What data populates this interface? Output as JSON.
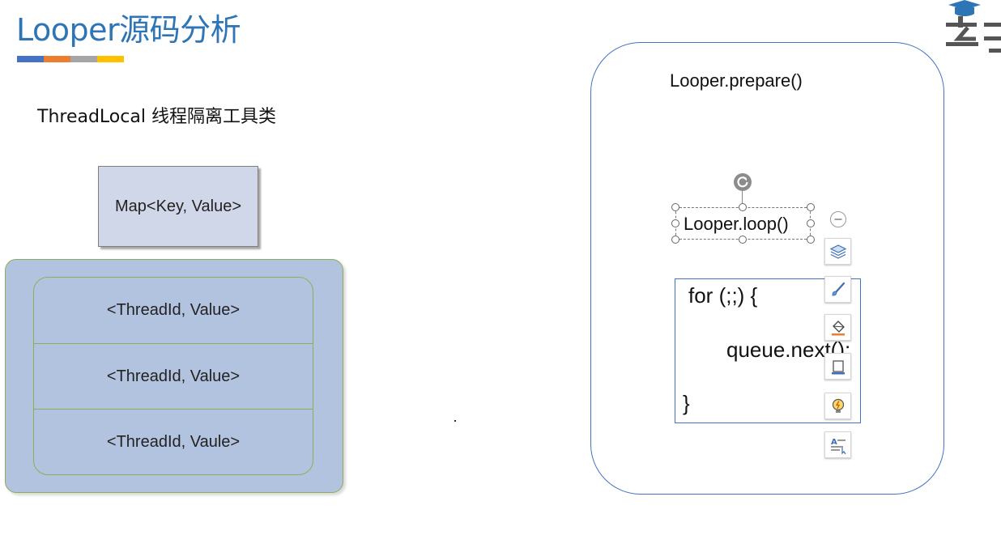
{
  "title": "Looper源码分析",
  "accent_colors": [
    "#4472c4",
    "#ed7d31",
    "#a5a5a5",
    "#ffc000"
  ],
  "subtitle": "ThreadLocal 线程隔离工具类",
  "map_box": {
    "label": "Map<Key, Value>"
  },
  "thread_rows": [
    {
      "label": "<ThreadId, Value>"
    },
    {
      "label": "<ThreadId, Value>"
    },
    {
      "label": "<ThreadId, Vaule>"
    }
  ],
  "looper": {
    "prepare_label": "Looper.prepare()",
    "loop_label": "Looper.loop()",
    "code_lines": [
      "for (;;) {",
      "queue.next();",
      "}"
    ]
  },
  "toolbar": {
    "buttons": [
      "layers-icon",
      "paintbrush-icon",
      "fill-bucket-icon",
      "frame-icon",
      "lightbulb-icon",
      "text-effects-icon"
    ]
  },
  "colors": {
    "title": "#2e75b6",
    "panel": "#b2c3df",
    "panel_border": "#8ead5b",
    "map_fill": "#d0d7e8",
    "container_border": "#4472c4"
  }
}
